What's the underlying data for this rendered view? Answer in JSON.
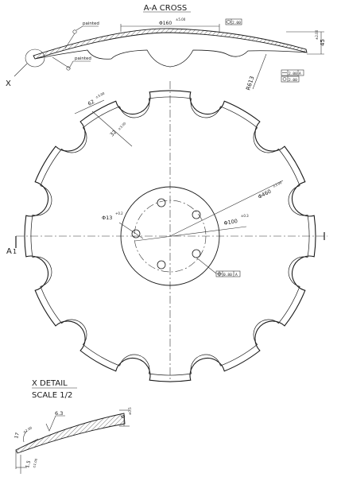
{
  "section_title": "A-A CROSS",
  "detail_title": "X DETAIL",
  "detail_scale": "SCALE 1/2",
  "view_label": "X",
  "section_marker": "A",
  "cross_section": {
    "dia_top": "Φ160",
    "dia_top_tol": "±5.00",
    "depth": "45",
    "depth_tol": "±2.00",
    "radius": "R613",
    "painted_1": "painted",
    "painted_2": "painted",
    "flatness_box": "2.00",
    "frame_1_val": "2.00",
    "frame_1_ref": "A",
    "frame_2_val": "2.00"
  },
  "plan": {
    "dia_outer": "Φ460",
    "dia_outer_tol": "±3.00",
    "dia_bolt": "Φ100",
    "dia_bolt_tol": "±0.3",
    "dia_hole": "Φ13",
    "dia_hole_tol": "+0.2",
    "notch_dim_1": "62",
    "notch_dim_1_tol": "±3.00",
    "notch_dim_2": "32",
    "notch_dim_2_tol": "±3.00",
    "position_box_val": "0.80",
    "position_box_ref": "A"
  },
  "detail": {
    "roughness": "6.3",
    "thickness": "6",
    "thickness_tol": "±0.5",
    "edge_dim": "1.5",
    "edge_dim_tol": "±1.00",
    "angle": "17",
    "angle_tol": "±2.00"
  }
}
